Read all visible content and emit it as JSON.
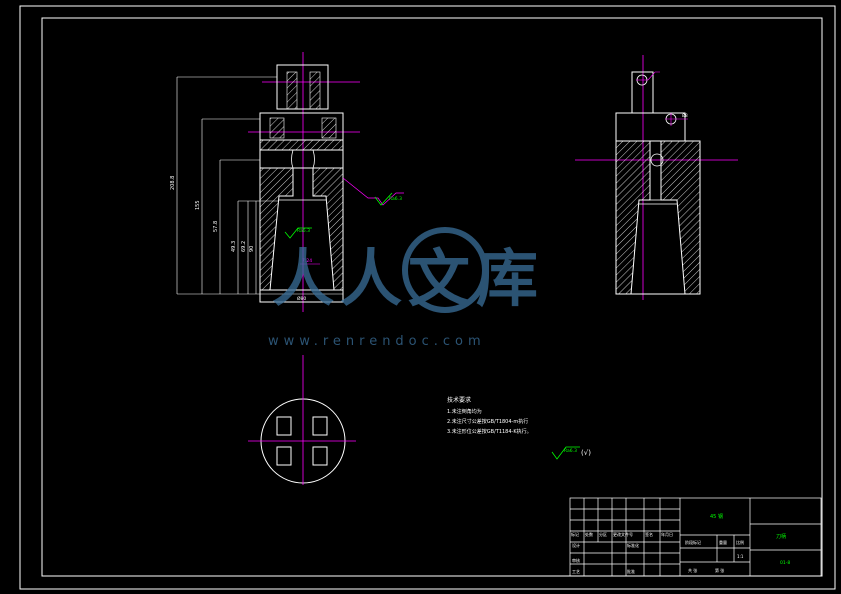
{
  "colors": {
    "background": "#000000",
    "outline": "#ffffff",
    "centerline": "#ff00ff",
    "annotation": "#00ff00",
    "watermark": "#3a6f9a"
  },
  "dimensions": {
    "d1": "208.8",
    "d2": "155",
    "d3": "57.8",
    "d4": "49.3",
    "d5": "69.2",
    "d6": "90"
  },
  "callouts": {
    "roughness_right": "Ra6.3",
    "roughness_inner": "Ra6.3",
    "taper_label": "7:24",
    "bottom_dim": "Ø80",
    "side_bore": "Ø8"
  },
  "notes": {
    "heading": "技术要求",
    "line1": "1.未注倒角均为",
    "line2": "2.未注尺寸公差按GB/T1804-m执行",
    "line3": "3.未注形位公差按GB/T1184-K执行。",
    "general_roughness": "Ra6.3",
    "general_symbol": "(√)"
  },
  "title_block": {
    "material": "45 钢",
    "part_name": "刀柄",
    "drawing_no": "01-8",
    "header_labels": [
      "标记",
      "处数",
      "分区",
      "更改文件号",
      "签名",
      "年月日"
    ],
    "row_design": "设计",
    "row_standard": "标准化",
    "row_check": "审核",
    "row_process": "工艺",
    "row_approve": "批准",
    "stage_mark": "阶段标记",
    "weight": "重量",
    "scale": "比例",
    "scale_value": "1:1",
    "sheets": "共 张",
    "sheet_no": "第 张"
  },
  "watermark": {
    "brand": "人人文库",
    "url": "www.renrendoc.com"
  }
}
